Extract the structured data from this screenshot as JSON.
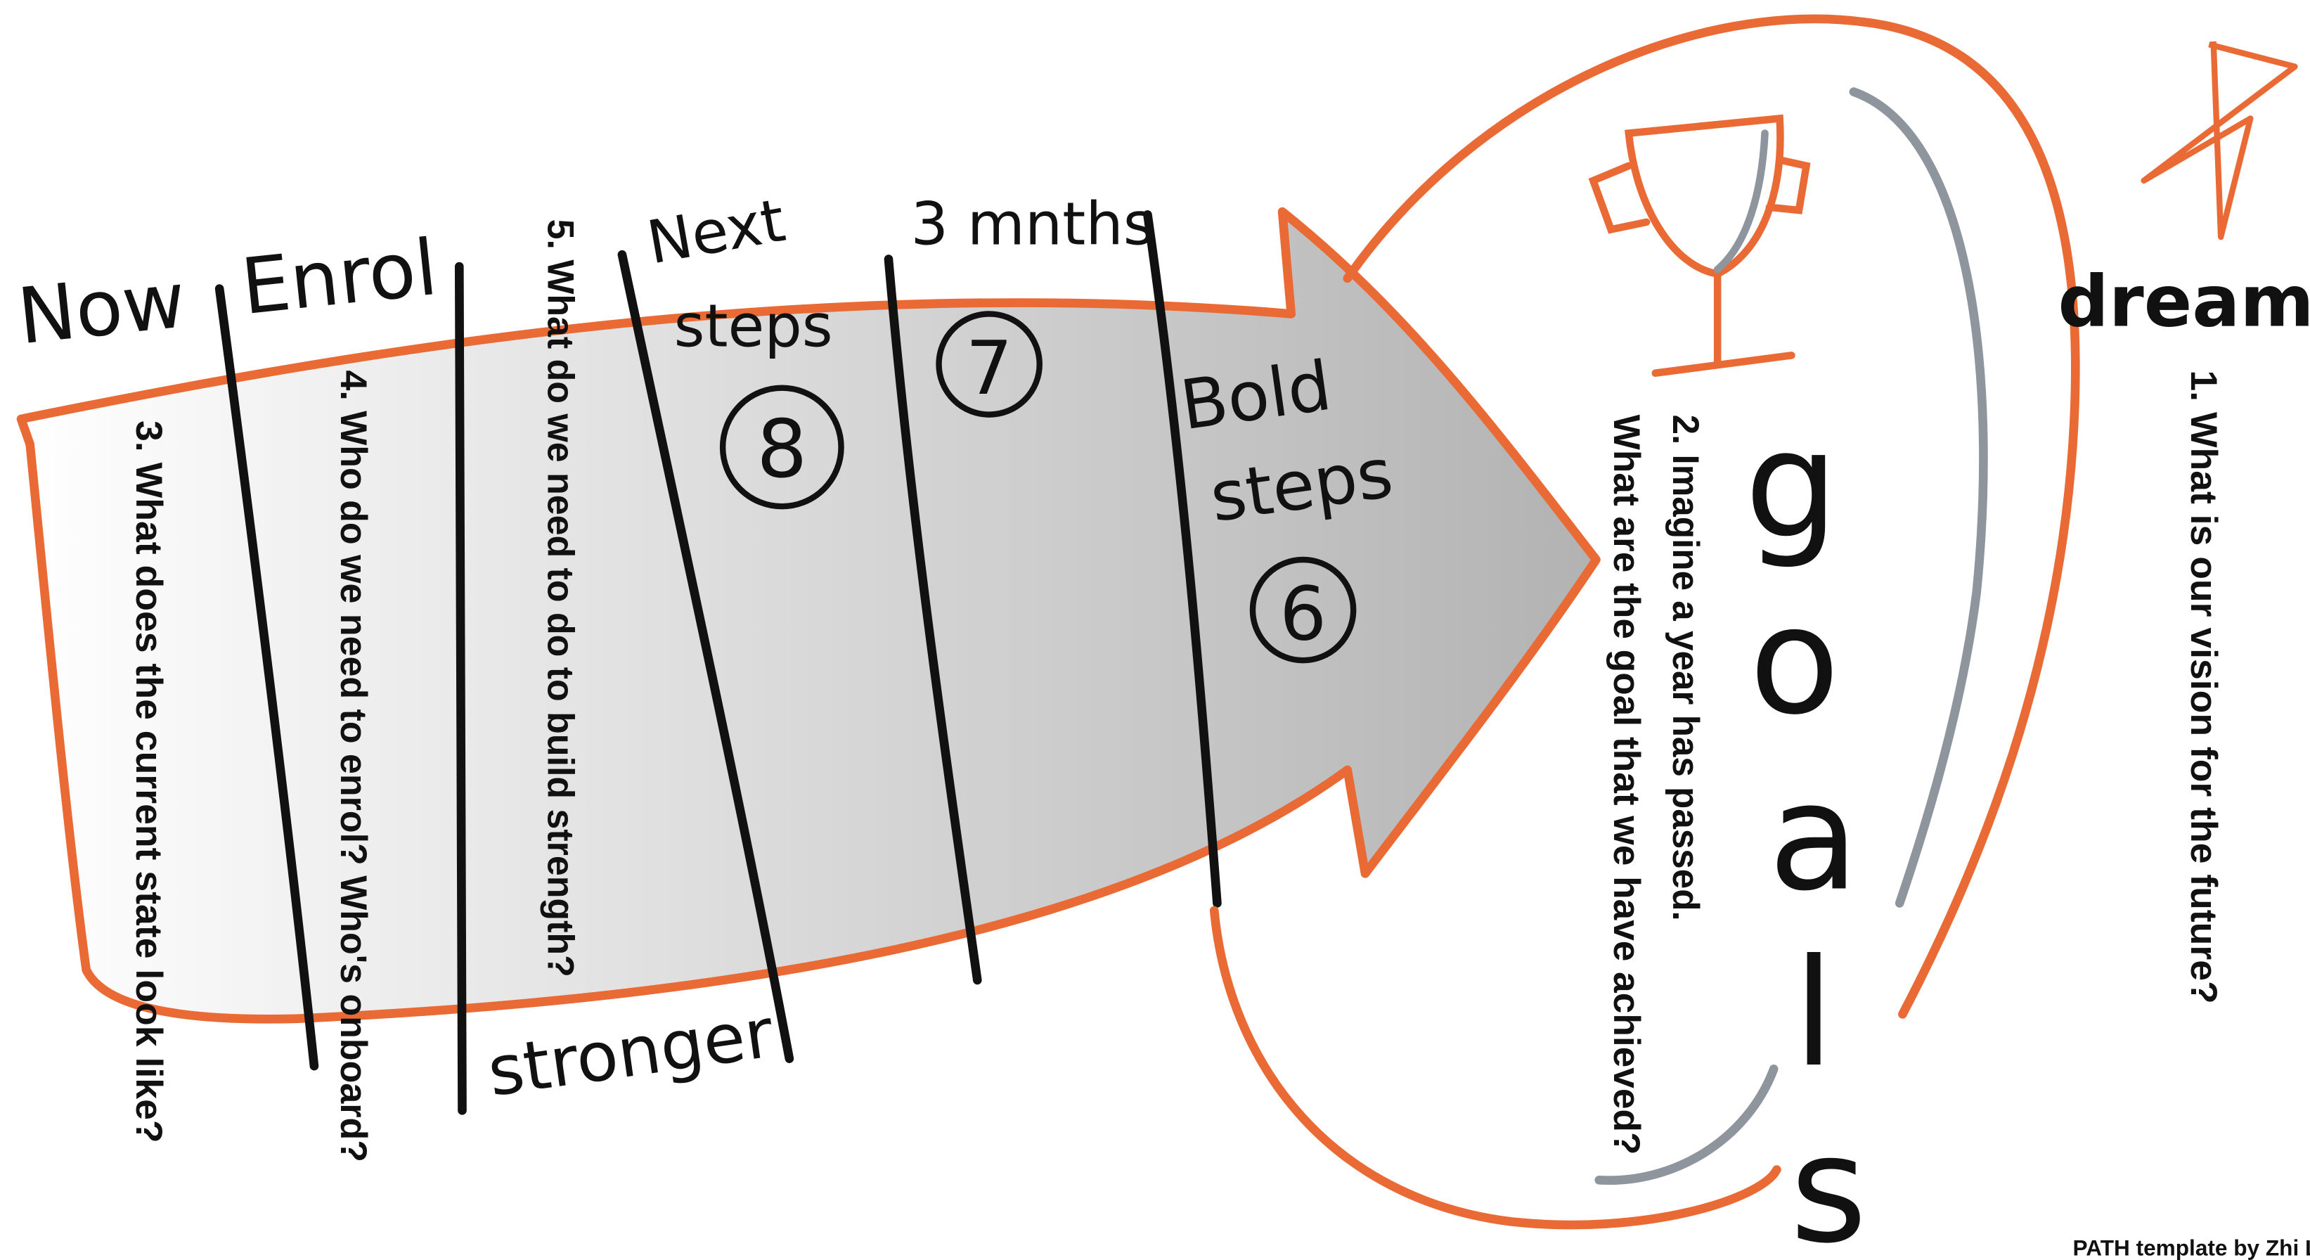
{
  "title": "PATH template",
  "colors": {
    "orange": "#ea6a35",
    "gray": "#8e959c",
    "ink": "#111111",
    "fill_dark": "#b5b5b5",
    "fill_light": "#ffffff"
  },
  "labels": {
    "now": "Now",
    "enrol": "Enrol",
    "stronger": "stronger",
    "next_steps": [
      "Next",
      "steps"
    ],
    "three_months": "3 mnths",
    "bold_steps": [
      "Bold",
      "steps"
    ],
    "dream": "dream",
    "goals": [
      "g",
      "o",
      "a",
      "l",
      "s"
    ]
  },
  "steps": {
    "next": "8",
    "three_months": "7",
    "bold": "6"
  },
  "questions": {
    "q1": "1. What is our vision for the future?",
    "q2a": "2. Imagine a year has passed.",
    "q2b": "What are the goal that we have achieved?",
    "q3": "3. What does the current state look like?",
    "q4": "4. Who do we need to enrol?  Who's onboard?",
    "q5": "5. What do we need to do to build strength?"
  },
  "icons": [
    "trophy-icon",
    "star-icon"
  ],
  "credit": "PATH template by Zhi Lee"
}
